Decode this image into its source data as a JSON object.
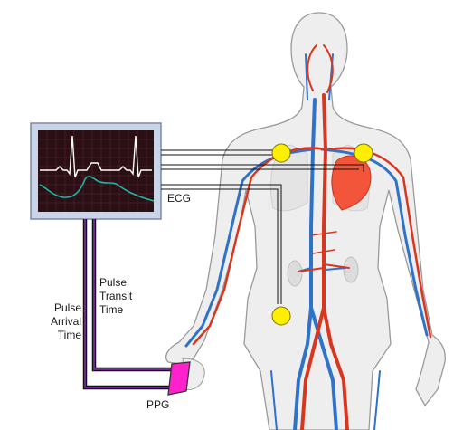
{
  "labels": {
    "ecg": "ECG",
    "ppg": "PPG",
    "ptt_line1": "Pulse",
    "ptt_line2": "Transit",
    "ptt_line3": "Time",
    "pat_line1": "Pulse",
    "pat_line2": "Arrival",
    "pat_line3": "Time"
  },
  "colors": {
    "body_fill": "#eeeeee",
    "body_outline": "#9a9a9a",
    "artery": "#d9361f",
    "vein": "#2f73c9",
    "heart": "#f2553a",
    "electrode": "#ffee00",
    "monitor_frame": "#c9d4e8",
    "monitor_screen": "#2a0f14",
    "ecg_trace": "#ffffff",
    "ppg_trace": "#1fb5a6",
    "lead_wire": "#111111",
    "ppg_wire": "#6a2a8a",
    "ppg_sensor": "#ff22cc"
  },
  "icons": {
    "monitor": "monitor-icon",
    "sensor": "ppg-sensor-icon",
    "electrode": "electrode-icon"
  }
}
